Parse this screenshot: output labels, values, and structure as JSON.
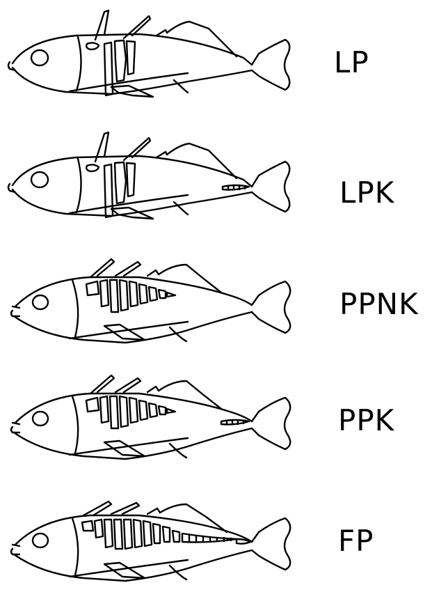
{
  "morphs": [
    {
      "label": "LP",
      "plates": "low-anterior",
      "keel": false
    },
    {
      "label": "LPK",
      "plates": "low-anterior",
      "keel": true
    },
    {
      "label": "PPNK",
      "plates": "partial",
      "keel": false
    },
    {
      "label": "PPK",
      "plates": "partial",
      "keel": true
    },
    {
      "label": "FP",
      "plates": "full",
      "keel": true
    }
  ]
}
